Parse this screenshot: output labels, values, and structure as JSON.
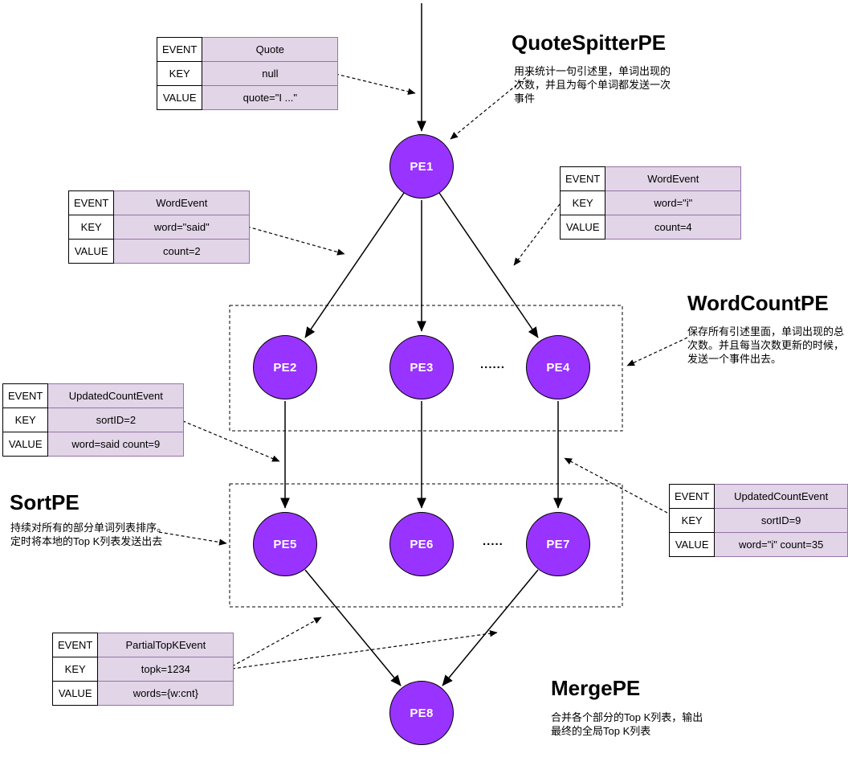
{
  "colors": {
    "node_fill": "#9933ff",
    "node_border": "#000000",
    "node_text": "#ffffff",
    "table_value_fill": "#e1d5e7",
    "table_value_border": "#9673a6",
    "table_label_fill": "#ffffff",
    "edge_color": "#000000"
  },
  "nodes": {
    "pe1": "PE1",
    "pe2": "PE2",
    "pe3": "PE3",
    "pe4": "PE4",
    "pe5": "PE5",
    "pe6": "PE6",
    "pe7": "PE7",
    "pe8": "PE8"
  },
  "ellipsis": {
    "row1": "......",
    "row2": "....."
  },
  "sections": {
    "quote_spitter": {
      "title": "QuoteSpitterPE",
      "desc": "用来统计一句引述里，单词出现的\n次数，并且为每个单词都发送一次\n事件"
    },
    "word_count": {
      "title": "WordCountPE",
      "desc": "保存所有引述里面，单词出现的总\n次数。并且每当次数更新的时候，\n发送一个事件出去。"
    },
    "sort": {
      "title": "SortPE",
      "desc": "持续对所有的部分单词列表排序。\n定时将本地的Top K列表发送出去"
    },
    "merge": {
      "title": "MergePE",
      "desc": "合并各个部分的Top K列表，输出\n最终的全局Top K列表"
    }
  },
  "tables": {
    "quote": {
      "rows": [
        [
          "EVENT",
          "Quote"
        ],
        [
          "KEY",
          "null"
        ],
        [
          "VALUE",
          "quote=\"I ...\""
        ]
      ]
    },
    "word_event_said": {
      "rows": [
        [
          "EVENT",
          "WordEvent"
        ],
        [
          "KEY",
          "word=\"said\""
        ],
        [
          "VALUE",
          "count=2"
        ]
      ]
    },
    "word_event_i": {
      "rows": [
        [
          "EVENT",
          "WordEvent"
        ],
        [
          "KEY",
          "word=\"i\""
        ],
        [
          "VALUE",
          "count=4"
        ]
      ]
    },
    "updated_count_said": {
      "rows": [
        [
          "EVENT",
          "UpdatedCountEvent"
        ],
        [
          "KEY",
          "sortID=2"
        ],
        [
          "VALUE",
          "word=said count=9"
        ]
      ]
    },
    "updated_count_i": {
      "rows": [
        [
          "EVENT",
          "UpdatedCountEvent"
        ],
        [
          "KEY",
          "sortID=9"
        ],
        [
          "VALUE",
          "word=\"i\" count=35"
        ]
      ]
    },
    "partial_topk": {
      "rows": [
        [
          "EVENT",
          "PartialTopKEvent"
        ],
        [
          "KEY",
          "topk=1234"
        ],
        [
          "VALUE",
          "words={w:cnt}"
        ]
      ]
    }
  },
  "edges": {
    "solid": [
      "input→PE1",
      "PE1→PE2",
      "PE1→PE3",
      "PE1→PE4",
      "PE2→PE5",
      "PE3→PE6",
      "PE4→PE7",
      "PE5→PE8",
      "PE7→PE8"
    ],
    "dashed_annotations": [
      "quote-table→input-edge",
      "quote-spitter-desc→PE1",
      "word-event-said-table→PE1-PE2-edge",
      "word-event-i-table→PE1-PE4-edge",
      "word-count-desc→word-count-box",
      "updated-count-said-table→PE2-PE5-edge",
      "sort-desc→sort-box",
      "updated-count-i-table→PE4-PE7-edge",
      "partial-topk-table→PE5-PE8-edge",
      "partial-topk-table→PE7-PE8-edge"
    ]
  }
}
